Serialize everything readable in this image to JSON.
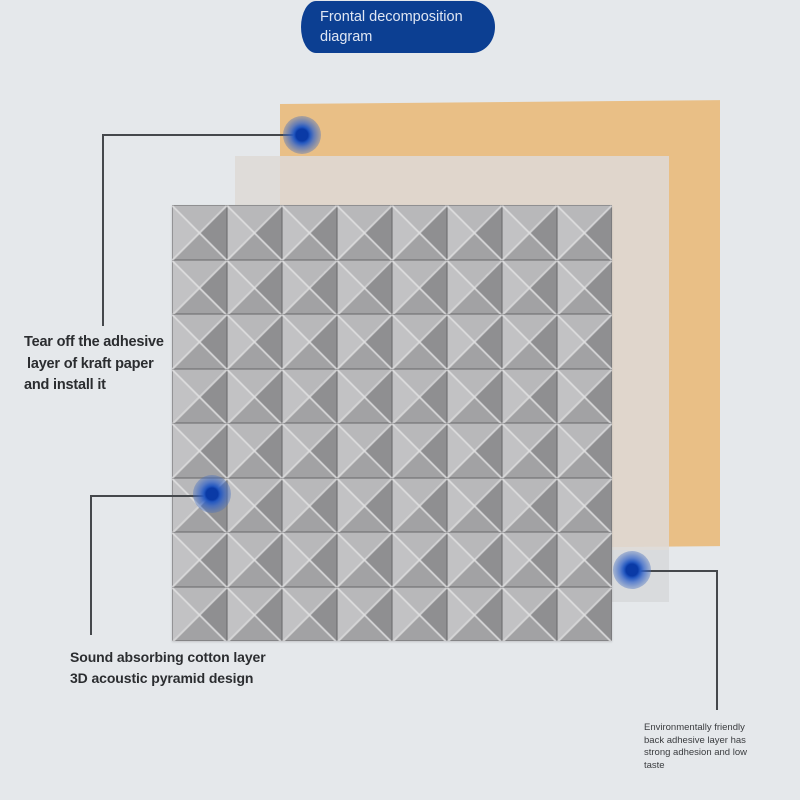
{
  "header": {
    "title_line1": "Frontal decomposition",
    "title_line2": "diagram",
    "background_color": "#0c3f92"
  },
  "layers": [
    {
      "name": "kraft-paper-layer",
      "color": "#e9bf86"
    },
    {
      "name": "adhesive-layer",
      "color": "#dedad6"
    },
    {
      "name": "foam-panel",
      "color": "#a6a6a8",
      "grid": {
        "rows": 8,
        "columns": 8
      }
    }
  ],
  "callouts": {
    "kraft": {
      "icon": "callout-dot-icon",
      "lines": [
        "Tear off the adhesive",
        "layer of kraft paper",
        "and install it"
      ]
    },
    "foam": {
      "icon": "callout-dot-icon",
      "lines": [
        "Sound absorbing cotton layer",
        "3D acoustic pyramid design"
      ]
    },
    "back": {
      "icon": "callout-dot-icon",
      "lines": [
        "Environmentally friendly",
        "back adhesive layer has",
        "strong adhesion and low",
        "taste"
      ]
    }
  },
  "colors": {
    "background": "#e5e8eb",
    "accent_dot": "#0a3aa6",
    "line": "#45484c"
  }
}
